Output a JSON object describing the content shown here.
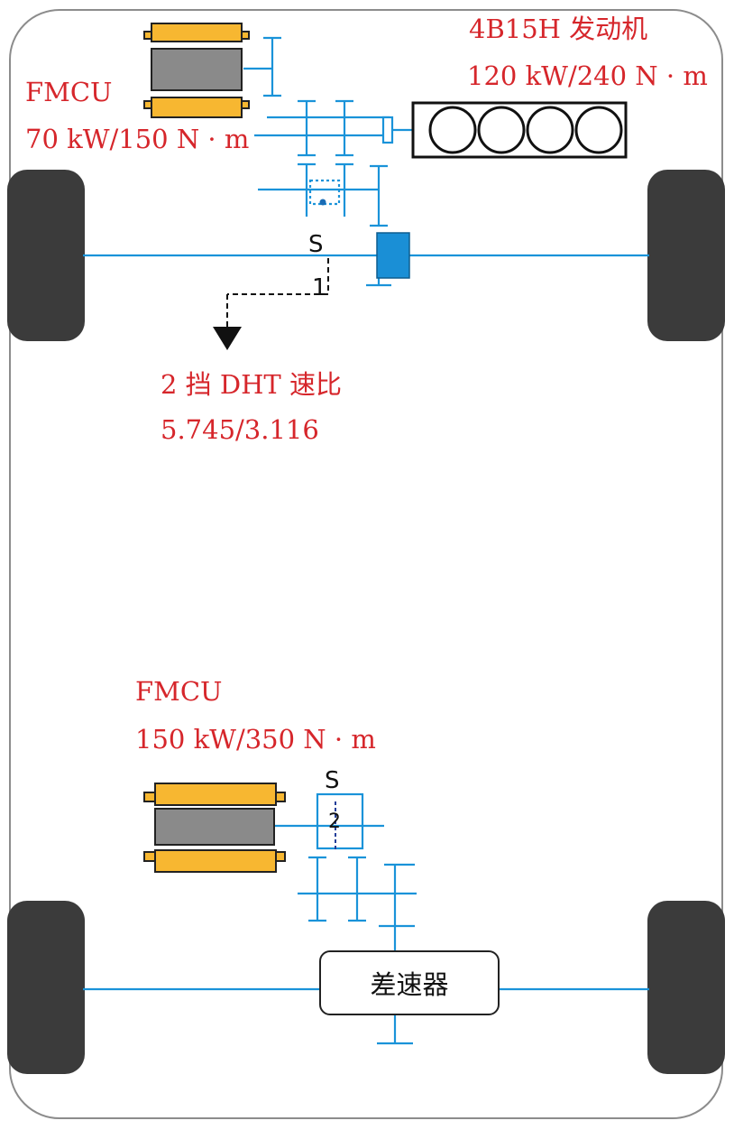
{
  "engine": {
    "name": "4B15H 发动机",
    "spec": "120 kW/240 N · m"
  },
  "front_motor": {
    "name": "FMCU",
    "spec": "70 kW/150 N · m"
  },
  "dht": {
    "name": "2 挡 DHT 速比",
    "ratio": "5.745/3.116"
  },
  "rear_motor": {
    "name": "FMCU",
    "spec": "150 kW/350 N · m"
  },
  "differential": {
    "label": "差速器"
  },
  "synchronizers": {
    "front_s": "S",
    "front_gear": "1",
    "rear_s": "S",
    "rear_gear": "2"
  },
  "colors": {
    "label": "#d6262b",
    "shaft": "#1a93d9",
    "stator": "#f7b731",
    "rotor": "#8a8a8a",
    "tire": "#3b3b3b",
    "clutch": "#1a8fd6"
  }
}
